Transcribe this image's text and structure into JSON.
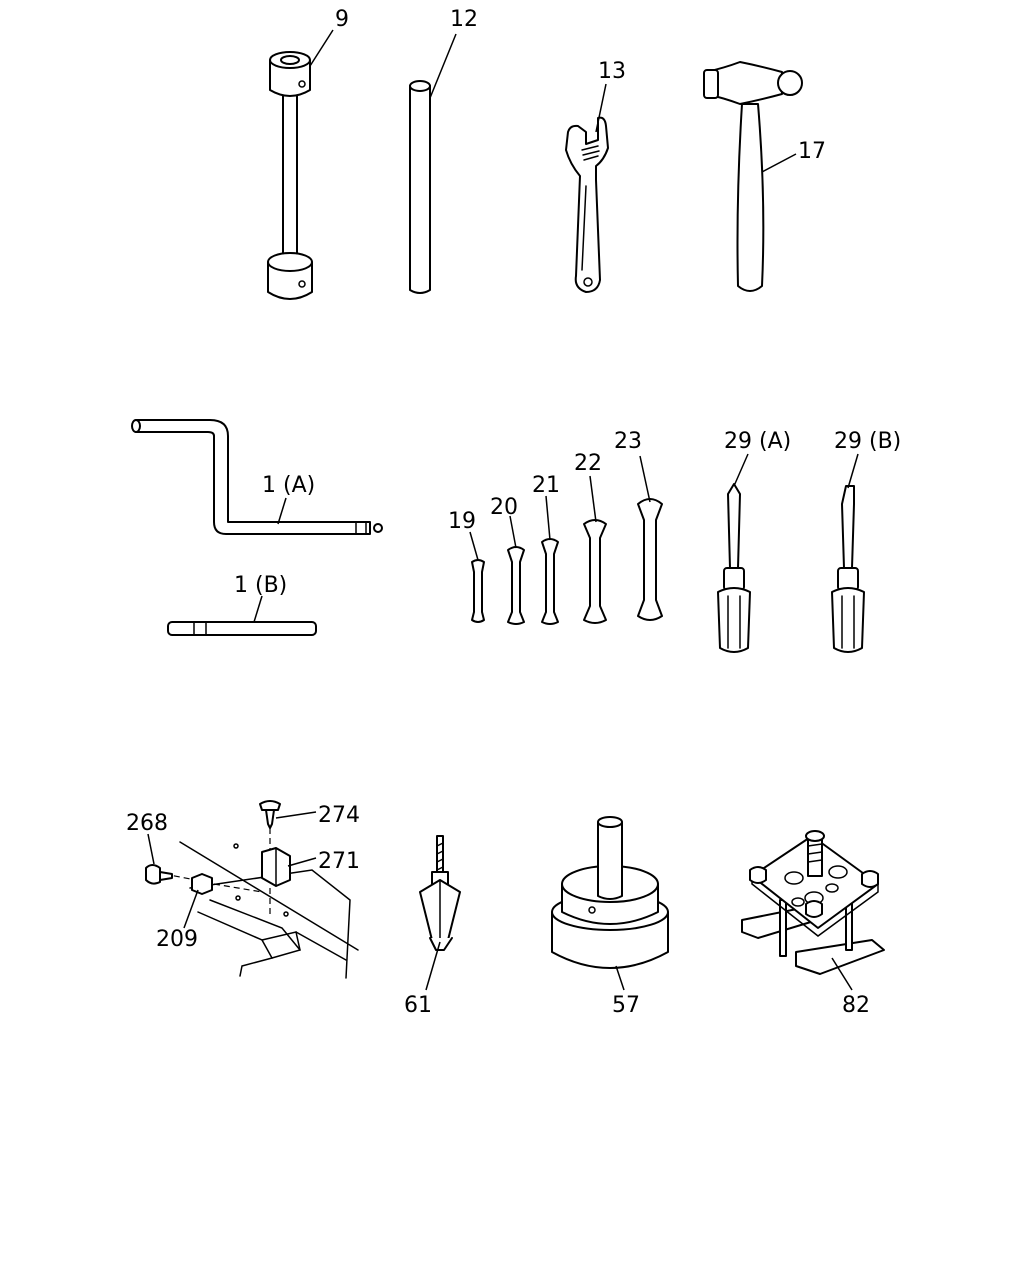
{
  "callouts": {
    "c9": "9",
    "c12": "12",
    "c13": "13",
    "c17": "17",
    "c1a": "1 (A)",
    "c1b": "1 (B)",
    "c19": "19",
    "c20": "20",
    "c21": "21",
    "c22": "22",
    "c23": "23",
    "c29a": "29 (A)",
    "c29b": "29 (B)",
    "c268": "268",
    "c274": "274",
    "c271": "271",
    "c209": "209",
    "c61": "61",
    "c57": "57",
    "c82": "82"
  },
  "style": {
    "ink": "#000000",
    "paper": "#ffffff"
  }
}
